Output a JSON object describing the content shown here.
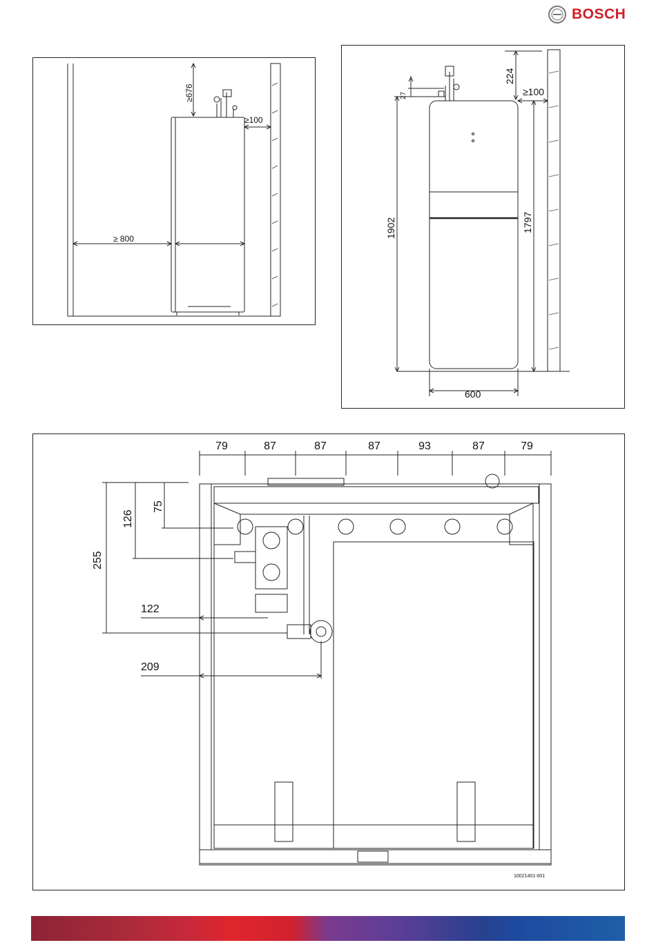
{
  "brand": {
    "name": "BOSCH",
    "color": "#d11f26"
  },
  "left_view": {
    "dims": {
      "top_clearance": "≥676",
      "side_clearance": "≥100",
      "front_clearance": "≥ 800"
    }
  },
  "right_view": {
    "dims": {
      "top_space": "224",
      "connector": "27",
      "side": "≥100",
      "height_total": "1902",
      "height_body": "1797",
      "width": "600"
    }
  },
  "bottom_view": {
    "top_dims": [
      "79",
      "87",
      "87",
      "87",
      "93",
      "87",
      "79"
    ],
    "left_dims": {
      "d75": "75",
      "d126": "126",
      "d255": "255",
      "d122": "122",
      "d209": "209"
    },
    "drawing_id": "10021401-001"
  },
  "colors": {
    "line": "#222222",
    "accent_red": "#d11f26"
  }
}
